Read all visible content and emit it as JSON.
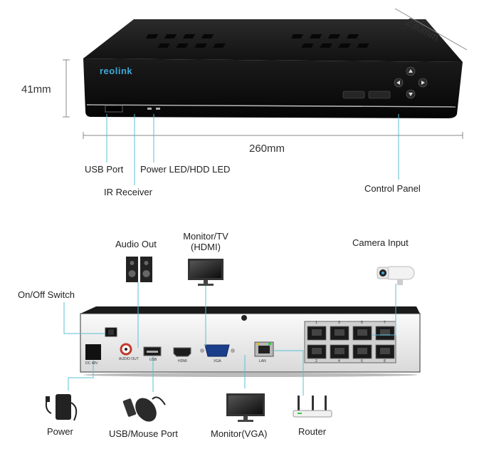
{
  "brand": "reolink",
  "dimensions": {
    "height": "41mm",
    "width": "260mm",
    "depth": "230mm"
  },
  "front_labels": {
    "usb_port": "USB Port",
    "ir_receiver": "IR Receiver",
    "power_hdd_led": "Power LED/HDD LED",
    "control_panel": "Control Panel"
  },
  "rear_labels": {
    "audio_out": "Audio Out",
    "monitor_tv_line1": "Monitor/TV",
    "monitor_tv_line2": "(HDMI)",
    "camera_input": "Camera Input",
    "on_off_switch": "On/Off Switch",
    "power": "Power",
    "usb_mouse_port": "USB/Mouse Port",
    "monitor_vga": "Monitor(VGA)",
    "router": "Router"
  },
  "panel_marks": {
    "dc": "DC 48V",
    "audio": "AUDIO OUT",
    "usb": "USB",
    "hdmi": "HDMI",
    "vga": "VGA",
    "lan": "LAN",
    "port_top": [
      "1",
      "3",
      "5",
      "7"
    ],
    "port_bottom": [
      "2",
      "4",
      "6",
      "8"
    ]
  },
  "colors": {
    "leader": "#5bbfd6",
    "device": "#1a1a1a",
    "accent": "#3fa9d6"
  }
}
